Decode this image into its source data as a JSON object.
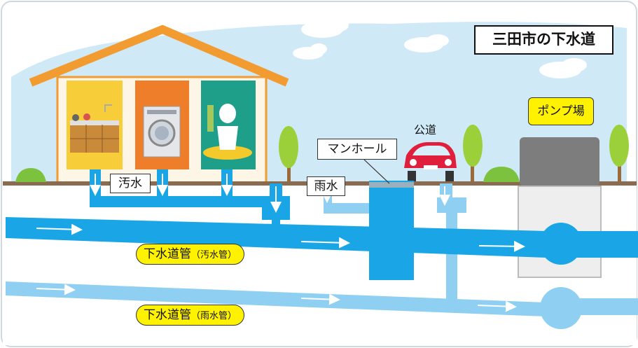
{
  "title": "三田市の下水道",
  "labels": {
    "pump_station": "ポンプ場",
    "public_road": "公道",
    "manhole": "マンホール",
    "sewage": "汚水",
    "rainwater": "雨水"
  },
  "pipes": {
    "sewage_pipe_main": "下水道管",
    "sewage_pipe_sub": "（汚水管）",
    "rain_pipe_main": "下水道管",
    "rain_pipe_sub": "（雨水管）"
  },
  "colors": {
    "sky": "#cfe9f7",
    "ground": "#8a6b50",
    "sewage_pipe": "#1aa6e6",
    "rain_pipe": "#8fd0f2",
    "label_yellow": "#fff200",
    "house_roof": "#f29b30",
    "kitchen_bg": "#f7cd3a",
    "laundry_bg": "#ef7e2a",
    "toilet_bg": "#1d9f8a"
  }
}
